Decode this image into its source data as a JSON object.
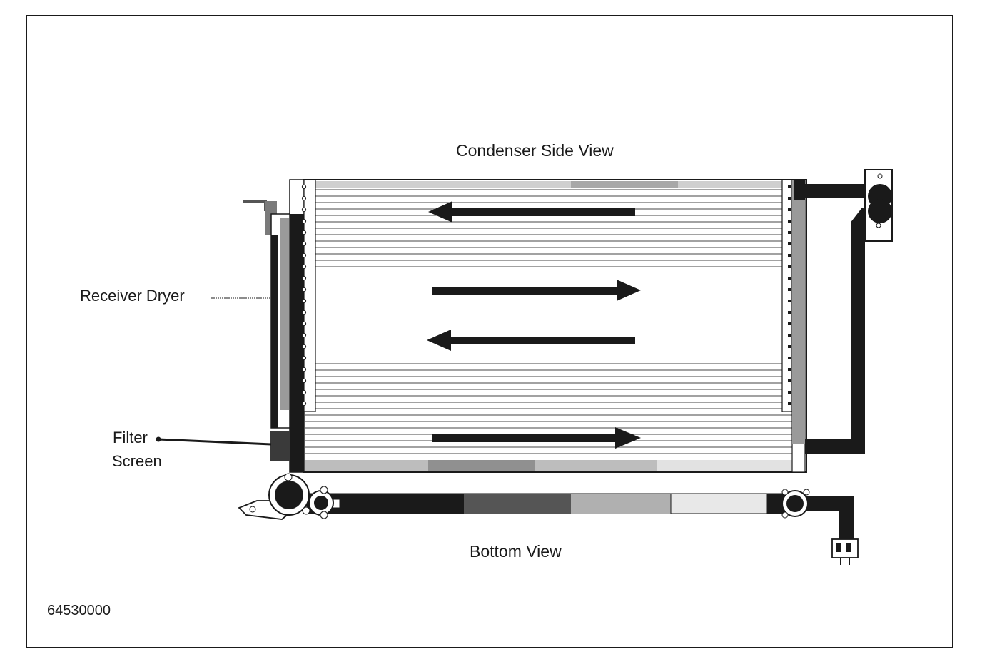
{
  "labels": {
    "side_view": "Condenser Side View",
    "bottom_view": "Bottom View",
    "receiver_dryer": "Receiver Dryer",
    "filter": "Filter",
    "screen": "Screen",
    "figure_number": "64530000"
  },
  "colors": {
    "ink": "#1a1a1a",
    "tube_dark": "#2b2b2b",
    "shade": "#9a9a9a",
    "light_shade": "#d4d4d4"
  },
  "icons": {
    "flow_arrows": "arrow-icon",
    "connector": "electrical-connector-icon"
  }
}
